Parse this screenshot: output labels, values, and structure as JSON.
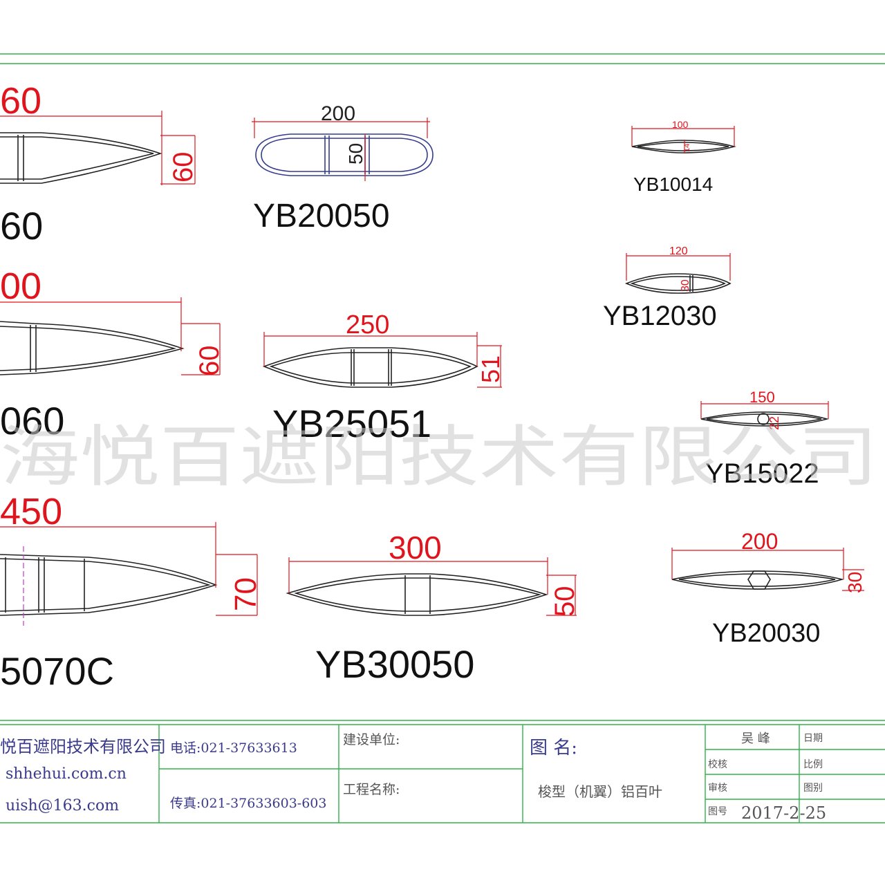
{
  "profiles": {
    "p1": {
      "model": "60",
      "width": "60",
      "height": "60"
    },
    "p2": {
      "model": "060",
      "width": "00",
      "height": "60"
    },
    "p3": {
      "model": "5070C",
      "width": "450",
      "height": "70"
    },
    "yb20050": {
      "model": "YB20050",
      "width": "200",
      "height": "50"
    },
    "yb25051": {
      "model": "YB25051",
      "width": "250",
      "height": "51"
    },
    "yb30050": {
      "model": "YB30050",
      "width": "300",
      "height": "50"
    },
    "yb10014": {
      "model": "YB10014",
      "width": "100",
      "height": "14"
    },
    "yb12030": {
      "model": "YB12030",
      "width": "120",
      "height": "30"
    },
    "yb15022": {
      "model": "YB15022",
      "width": "150",
      "height": "22"
    },
    "yb20030": {
      "model": "YB20030",
      "width": "200",
      "height": "30"
    }
  },
  "watermark": "海悦百遮阳技术有限公司",
  "title_block": {
    "company": "悦百遮阳技术有限公司",
    "website": "shhehui.com.cn",
    "email": "uish@163.com",
    "phone": "电话:021-37633613",
    "fax": "传真:021-37633603-603",
    "construction_unit": "建设单位:",
    "project_name": "工程名称:",
    "drawing_name_label": "图  名:",
    "drawing_name": "梭型（机翼）铝百叶",
    "designer": "吴  峰",
    "date_label": "日期",
    "check_label": "校核",
    "scale_label": "比例",
    "review_label": "审核",
    "drawing_type_label": "图别",
    "drawing_no_label": "图号",
    "date": "2017-2-25"
  }
}
